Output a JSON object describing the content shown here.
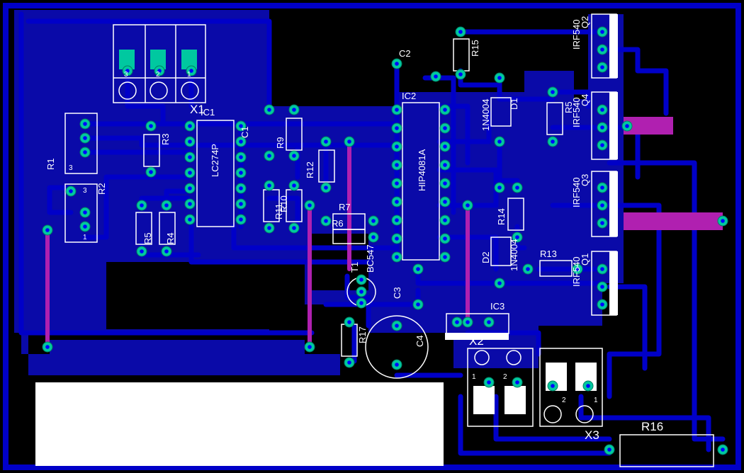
{
  "board": {
    "colors": {
      "background": "#000000",
      "copper_bottom": "#0000c8",
      "copper_fill": "#0a0aa8",
      "top_trace": "#b020b0",
      "pad": "#00c8a0",
      "silkscreen": "#ffffff"
    }
  },
  "labels": {
    "x1": "X1",
    "x2": "X2",
    "x3": "X3",
    "ic1": "IC1",
    "ic2": "IC2",
    "ic3": "IC3",
    "lc274p": "LC274P",
    "hip4081a": "HIP4081A",
    "r1": "R1",
    "r2": "R2",
    "r3": "R3",
    "r4": "R4",
    "r5": "R5",
    "r6": "R6",
    "r7": "R7",
    "r9": "R9",
    "r10": "R10",
    "r11": "R11",
    "r12": "R12",
    "r13": "R13",
    "r14": "R14",
    "r15": "R15",
    "r16": "R16",
    "r17": "R17",
    "c1": "C1",
    "c2": "C2",
    "c3": "C3",
    "c4": "C4",
    "d1": "D1",
    "d2": "D2",
    "d1_part": "1N4004",
    "d2_part": "1N4004",
    "t1": "T1",
    "bc547": "BC547",
    "q1": "Q1",
    "q2": "Q2",
    "q3": "Q3",
    "q4": "Q4",
    "irf_q1": "IRF540",
    "irf_q2": "IRF540",
    "irf_q3": "IRF540",
    "irf_q4": "IRF540",
    "pin1": "1",
    "pin2": "2",
    "pin3": "3"
  }
}
